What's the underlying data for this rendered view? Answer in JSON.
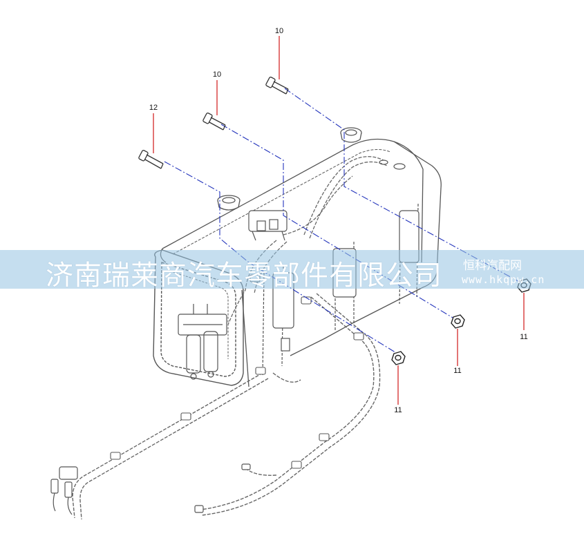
{
  "callouts": [
    {
      "id": "c10a",
      "label": "10"
    },
    {
      "id": "c10b",
      "label": "10"
    },
    {
      "id": "c12",
      "label": "12"
    },
    {
      "id": "c11a",
      "label": "11"
    },
    {
      "id": "c11b",
      "label": "11"
    },
    {
      "id": "c11c",
      "label": "11"
    }
  ],
  "watermark": {
    "main": "济南瑞莱商汽车零部件有限公司",
    "site_name": "恒科汽配网",
    "site_url": "www.hkqpw.cn"
  },
  "colors": {
    "line": "#555555",
    "leader": "#cc0000",
    "centerline": "#2233bb"
  }
}
